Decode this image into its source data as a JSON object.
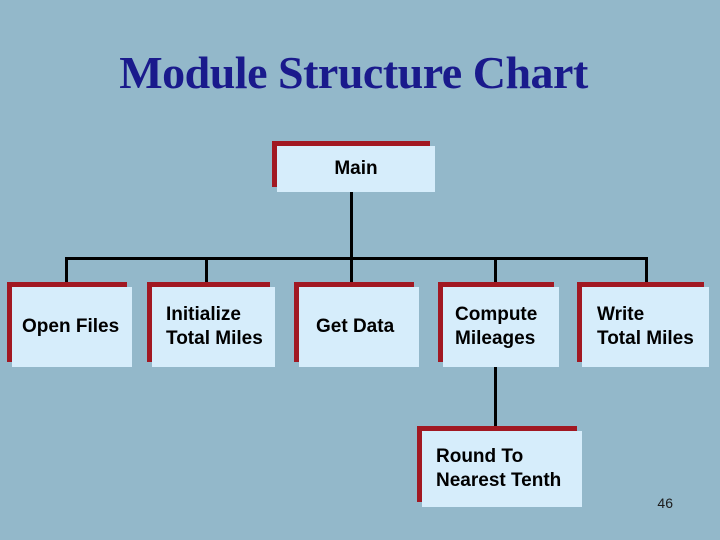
{
  "slide": {
    "title": "Module Structure Chart",
    "page_number": "46"
  },
  "colors": {
    "background": "#93b8ca",
    "node_fill": "#d6edfb",
    "node_accent": "#a11822",
    "title_text": "#1a1a8c",
    "node_text": "#000000",
    "connector": "#000000"
  },
  "diagram": {
    "type": "hierarchy",
    "root": {
      "id": "main",
      "label": "Main"
    },
    "level1": [
      {
        "id": "open-files",
        "label": "Open Files",
        "parent": "main"
      },
      {
        "id": "initialize-total-miles",
        "label": "Initialize\nTotal Miles",
        "parent": "main"
      },
      {
        "id": "get-data",
        "label": "Get Data",
        "parent": "main"
      },
      {
        "id": "compute-mileages",
        "label": "Compute\nMileages",
        "parent": "main"
      },
      {
        "id": "write-total-miles",
        "label": "Write\nTotal Miles",
        "parent": "main"
      }
    ],
    "level2": [
      {
        "id": "round-to-nearest-tenth",
        "label": "Round To\nNearest Tenth",
        "parent": "compute-mileages"
      }
    ]
  }
}
